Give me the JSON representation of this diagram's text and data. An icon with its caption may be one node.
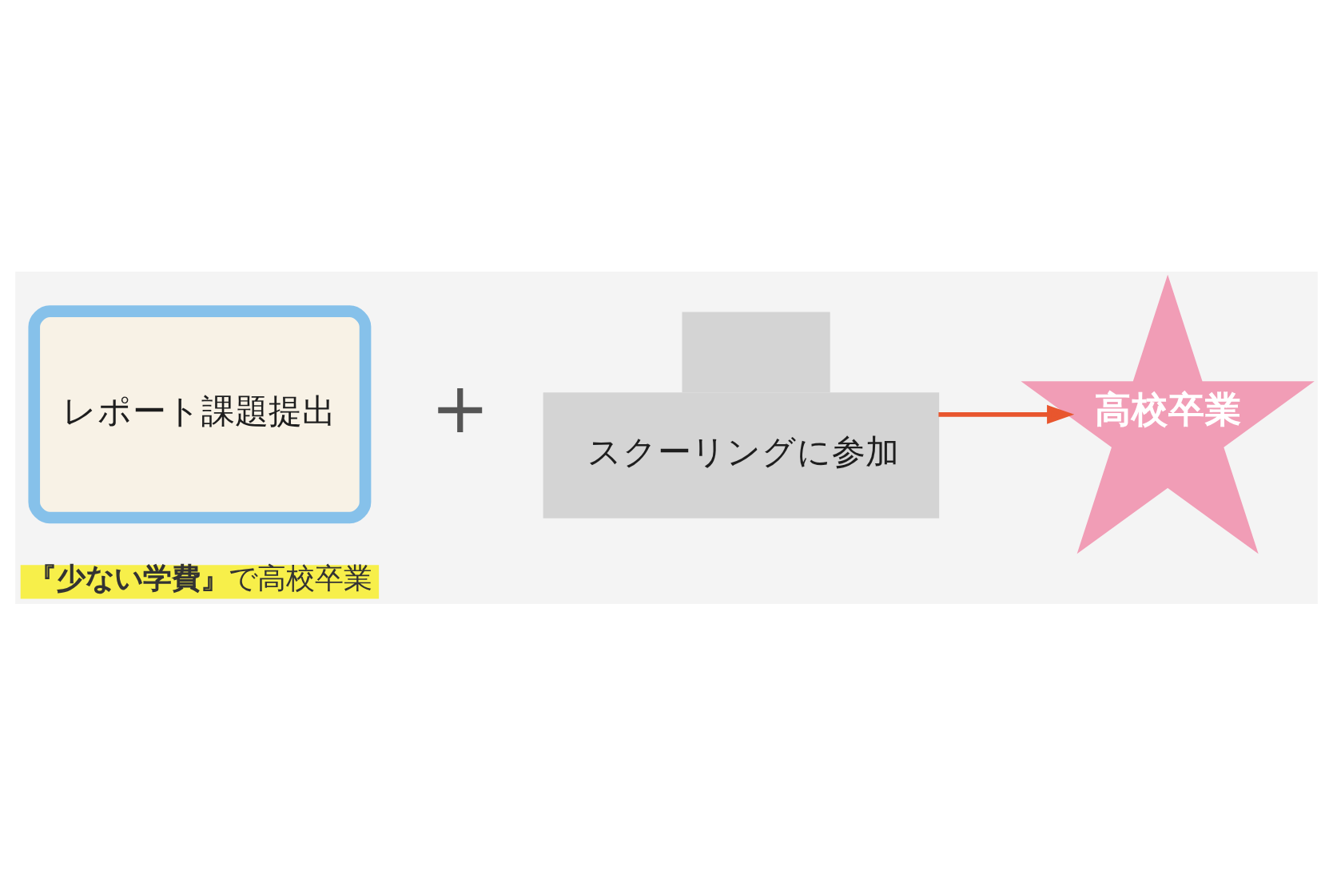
{
  "diagram": {
    "nodes": [
      {
        "text": [
          "レポート課題提出"
        ]
      },
      {
        "text": [
          "スクーリングに参加"
        ]
      },
      {
        "text": [
          "高校卒業"
        ]
      }
    ],
    "edges": [
      {
        "from": 1,
        "to": 2,
        "arrow": "to",
        "color": "#e8562e"
      }
    ],
    "labels": [
      "+",
      "**『少ない学費』**で高校卒業"
    ]
  }
}
